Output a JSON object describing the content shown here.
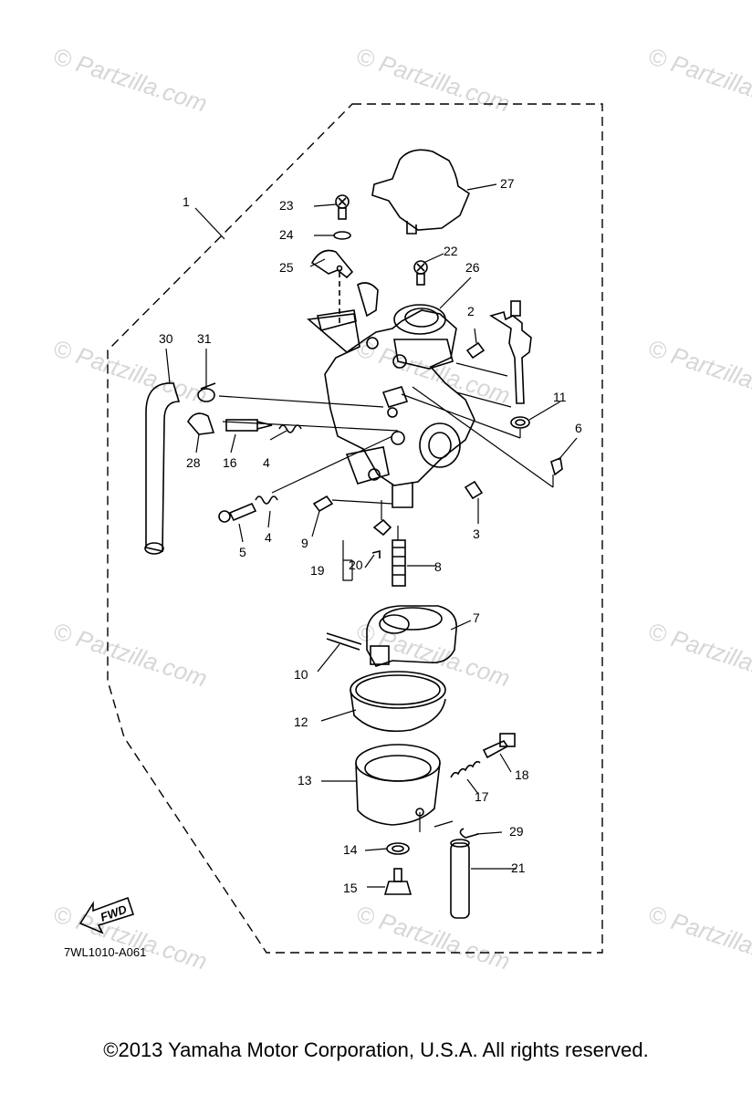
{
  "watermark": "© Partzilla.com",
  "diagram_code": "7WL1010-A061",
  "fwd_label": "FWD",
  "copyright": "©2013  Yamaha Motor Corporation, U.S.A. All rights reserved.",
  "callouts": [
    "1",
    "2",
    "3",
    "4",
    "4",
    "5",
    "6",
    "7",
    "8",
    "9",
    "10",
    "11",
    "12",
    "13",
    "14",
    "15",
    "16",
    "17",
    "18",
    "19",
    "20",
    "21",
    "22",
    "23",
    "24",
    "25",
    "26",
    "27",
    "28",
    "29",
    "30",
    "31"
  ]
}
